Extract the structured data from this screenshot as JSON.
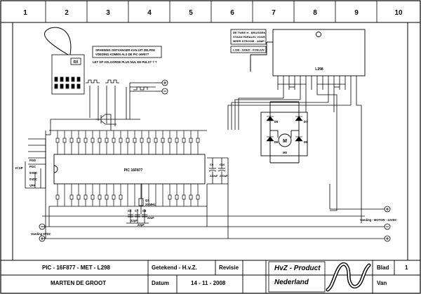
{
  "border": {
    "columns": [
      "1",
      "2",
      "3",
      "4",
      "5",
      "6",
      "7",
      "8",
      "9",
      "10"
    ]
  },
  "notes": {
    "supply_note": [
      "SPANNING ONTVANGER KAN UIT ZELFDE",
      "VOEDING KOMEN ALS DE PIC-16F877"
    ],
    "polarity_note": "LET OP VOLGORDE PLUS NUL EN PULS? ? ?",
    "hbridge_note": [
      "DE TWEE H - BRUGGEN",
      "STAAN PARALEL VOOR",
      "MEER STROOM - 4AMP"
    ],
    "l298_note": "L298 - GOED - KOELEN"
  },
  "components": {
    "rx": "RX",
    "l298": "L298",
    "pic": "PIC 16F877",
    "motor": "M",
    "motor_ref": "M0",
    "diodes": [
      "D5",
      "D6",
      "D7",
      "D8"
    ],
    "caps_big": [
      "C9",
      "C10"
    ],
    "cap_values": [
      "220uF",
      "220uF"
    ],
    "icsp": "ICSP",
    "icsp_pins": [
      "PGD",
      "PGC",
      "5VDC",
      "0VDC",
      "VPP"
    ],
    "crystal": "Q1",
    "crystal_freq": "20 MHz",
    "small_caps": [
      "C6",
      "C7",
      "C8"
    ],
    "small_cap_values": [
      "22pF",
      "22pF",
      "22uF"
    ]
  },
  "supply": {
    "left": "Voeding 5VDC",
    "right": "Voeding - MOTOR - 12VDC"
  },
  "title_block": {
    "title": "PIC - 16F877 - MET - L298",
    "author": "MARTEN DE GROOT",
    "drawn_label": "Getekend - H.v.Z.",
    "revision_label": "Revisie",
    "date_label": "Datum",
    "date": "14 - 11 - 2008",
    "company_line1": "HvZ - Product",
    "company_line2": "Nederland",
    "sheet_label": "Blad",
    "sheet_no": "1",
    "of_label": "Van"
  }
}
